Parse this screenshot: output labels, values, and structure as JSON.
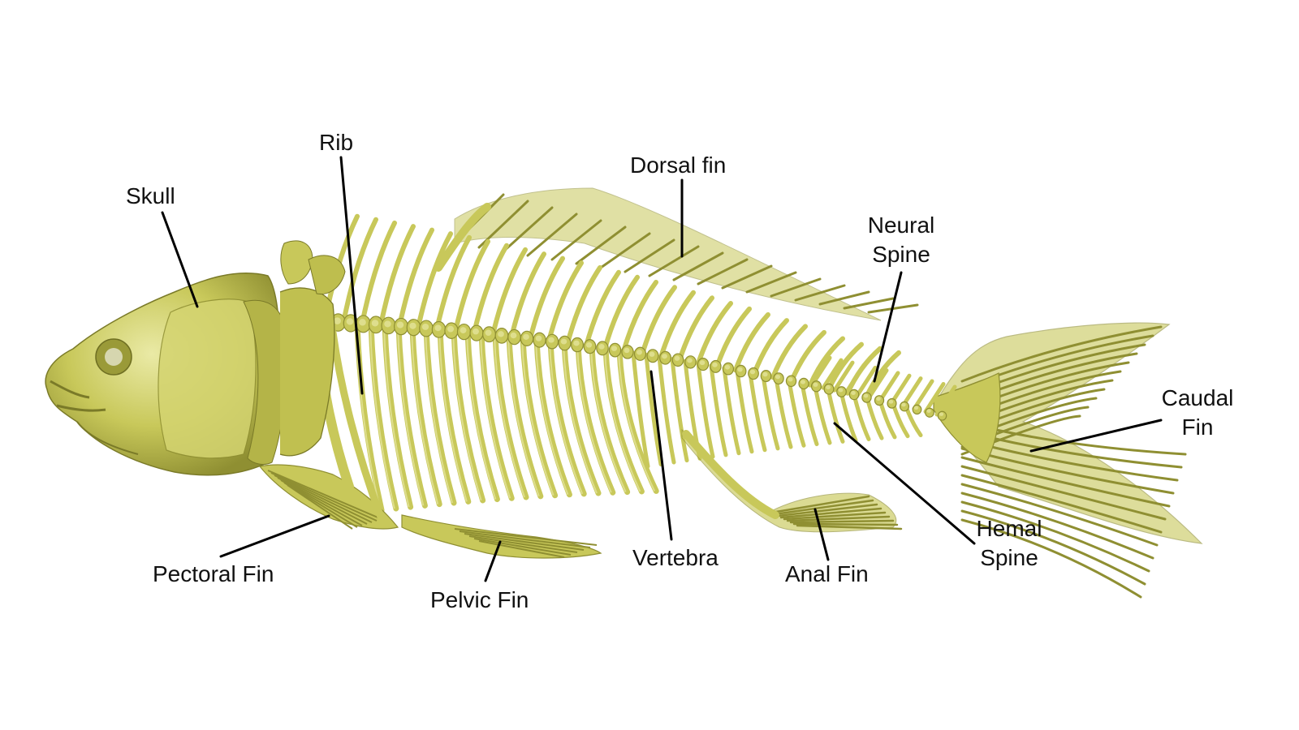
{
  "labels": {
    "skull": "Skull",
    "rib": "Rib",
    "dorsal_fin": "Dorsal fin",
    "neural_spine_1": "Neural",
    "neural_spine_2": "Spine",
    "caudal_fin_1": "Caudal",
    "caudal_fin_2": "Fin",
    "hemal_spine_1": "Hemal",
    "hemal_spine_2": "Spine",
    "anal_fin": "Anal Fin",
    "vertebra": "Vertebra",
    "pelvic_fin": "Pelvic Fin",
    "pectoral_fin": "Pectoral Fin"
  },
  "colors": {
    "bone": "#c8c85a",
    "bone_light": "#e4e49a",
    "bone_dark": "#8f8f32",
    "leader": "#000000"
  }
}
